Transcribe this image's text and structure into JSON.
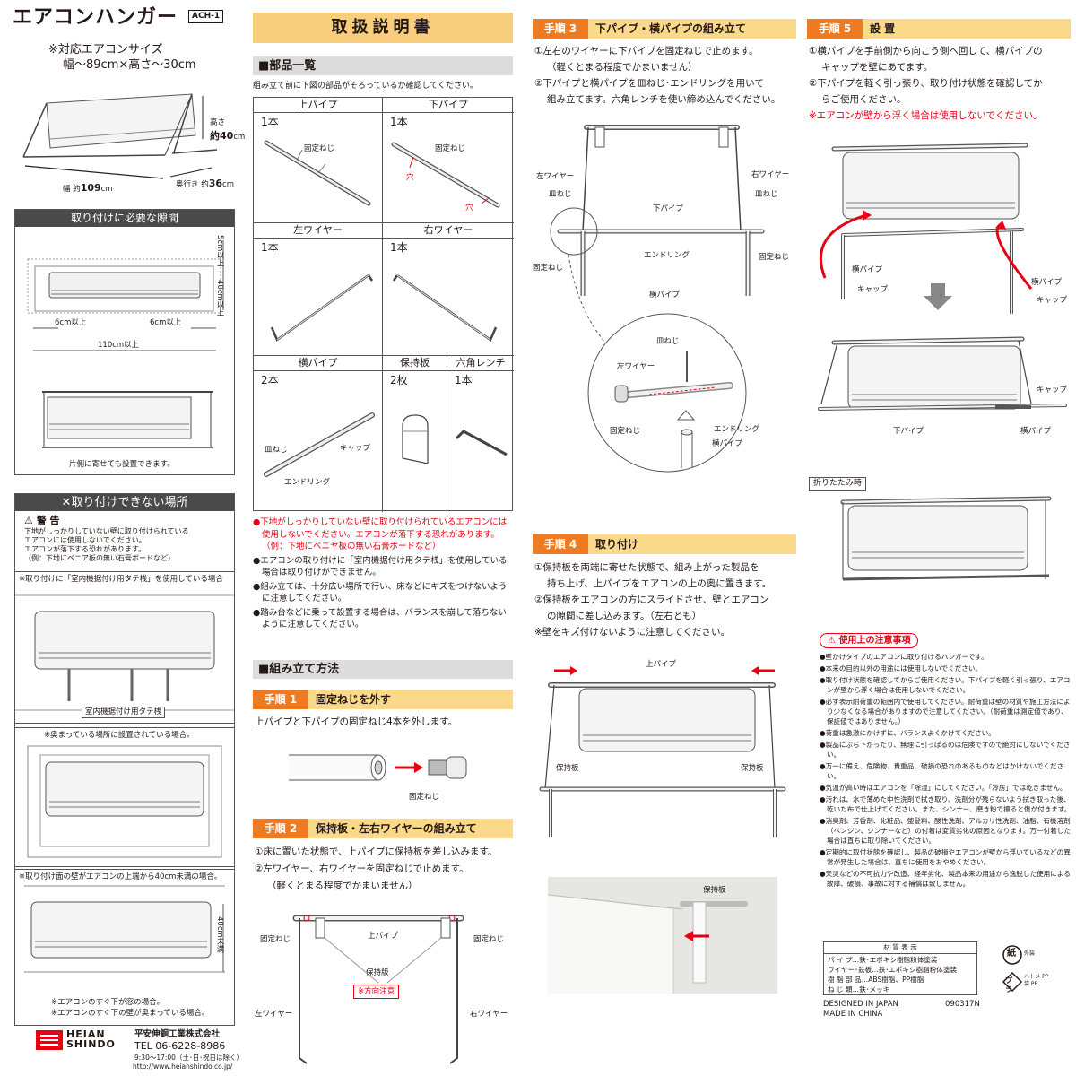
{
  "product": {
    "title": "エアコンハンガー",
    "model": "ACH-1",
    "size_note1": "※対応エアコンサイズ",
    "size_note2": "幅～89cm×高さ～30cm"
  },
  "dims": {
    "height_label": "高さ",
    "height_val": "約40",
    "height_unit": "cm",
    "width_label": "幅 約",
    "width_val": "109",
    "width_unit": "cm",
    "depth_label": "奥行き 約",
    "depth_val": "36",
    "depth_unit": "cm"
  },
  "clearance": {
    "title": "取り付けに必要な隙間",
    "top": "5cm以上",
    "height": "40cm以上",
    "left": "6cm以上",
    "right": "6cm以上",
    "width": "110cm以上",
    "note": "片側に寄せても設置できます。"
  },
  "prohibited": {
    "title": "取り付けできない場所",
    "mark": "✕",
    "warn_title": "警 告",
    "warn_text": [
      "下地がしっかりしていない壁に取り付けられている",
      "エアコンには使用しないでください。",
      "エアコンが落下する恐れがあります。",
      "（例：下地にベニア板の無い石膏ボードなど）"
    ],
    "case1_caption": "※取り付けに「室内機据付け用タテ桟」を使用している場合",
    "case1_label": "室内機据付け用タテ桟",
    "case2_caption": "※奥まっている場所に設置されている場合。",
    "case3_caption": "※取り付け面の壁がエアコンの上端から40cm未満の場合。",
    "case3_dim": "40cm未満",
    "notes": [
      "※エアコンのすぐ下が窓の場合。",
      "※エアコンのすぐ下の壁が奥まっている場合。"
    ]
  },
  "company": {
    "logo_en1": "HEIAN",
    "logo_en2": "SHINDO",
    "name": "平安伸銅工業株式会社",
    "tel": "TEL 06-6228-8986",
    "hours": "9:30～17:00（土･日･祝日は除く）",
    "url": "http://www.heianshindo.co.jp/"
  },
  "manual": {
    "title": "取扱説明書",
    "parts_title": "■部品一覧",
    "parts_intro": "組み立て前に下図の部品がそろっているか確認してください。",
    "parts": [
      {
        "name": "上パイプ",
        "count": "1本",
        "label1": "固定ねじ"
      },
      {
        "name": "下パイプ",
        "count": "1本",
        "label1": "固定ねじ",
        "label2": "穴",
        "label3": "穴"
      },
      {
        "name": "左ワイヤー",
        "count": "1本"
      },
      {
        "name": "右ワイヤー",
        "count": "1本"
      },
      {
        "name": "横パイプ",
        "count": "2本",
        "label1": "皿ねじ",
        "label2": "キャップ",
        "label3": "エンドリング"
      },
      {
        "name": "保持板",
        "count": "2枚"
      },
      {
        "name": "六角レンチ",
        "count": "1本"
      }
    ],
    "warnings": [
      "下地がしっかりしていない壁に取り付けられているエアコンには使用しないでください。エアコンが落下する恐れがあります。（例：下地にベニヤ板の無い石膏ボードなど）",
      "エアコンの取り付けに「室内機据付け用タテ桟」を使用している場合は取り付けができません。",
      "組み立ては、十分広い場所で行い、床などにキズをつけないように注意してください。",
      "踏み台などに乗って設置する場合は、バランスを崩して落ちないように注意してください。"
    ],
    "assembly_title": "■組み立て方法"
  },
  "steps": {
    "s1": {
      "tag": "手順 1",
      "title": "固定ねじを外す",
      "text": "上パイプと下パイプの固定ねじ4本を外します。",
      "label": "固定ねじ"
    },
    "s2": {
      "tag": "手順 2",
      "title": "保持板・左右ワイヤーの組み立て",
      "text": [
        "①床に置いた状態で、上パイプに保持板を差し込みます。",
        "②左ワイヤー、右ワイヤーを固定ねじで止めます。",
        "（軽くとまる程度でかまいません）"
      ],
      "labels": {
        "screw_l": "固定ねじ",
        "screw_r": "固定ねじ",
        "upper": "上パイプ",
        "plate": "保持版",
        "dir": "※方向注意",
        "wire_l": "左ワイヤー",
        "wire_r": "右ワイヤー"
      }
    },
    "s3": {
      "tag": "手順 3",
      "title": "下パイプ・横パイプの組み立て",
      "text": [
        "①左右のワイヤーに下パイプを固定ねじで止めます。",
        "（軽くとまる程度でかまいません）",
        "②下パイプと横パイプを皿ねじ･エンドリングを用いて",
        "組み立てます。六角レンチを使い締め込んでください。"
      ],
      "labels": {
        "wire_l": "左ワイヤー",
        "wire_r": "右ワイヤー",
        "flat_l": "皿ねじ",
        "flat_r": "皿ねじ",
        "lower": "下パイプ",
        "endring": "エンドリング",
        "screw_l": "固定ねじ",
        "screw_r": "固定ねじ",
        "side": "横パイプ",
        "z_flat": "皿ねじ",
        "z_wire": "左ワイヤー",
        "z_screw": "固定ねじ",
        "z_endring": "エンドリング",
        "z_side": "横パイプ"
      }
    },
    "s4": {
      "tag": "手順 4",
      "title": "取り付け",
      "text": [
        "①保持板を両端に寄せた状態で、組み上がった製品を",
        "持ち上げ、上パイプをエアコンの上の奥に置きます。",
        "②保持板をエアコンの方にスライドさせ、壁とエアコン",
        "の隙間に差し込みます。（左右とも）",
        "※壁をキズ付けないように注意してください。"
      ],
      "labels": {
        "upper": "上パイプ",
        "plate_l": "保持板",
        "plate_r": "保持板",
        "photo_plate": "保持板"
      }
    },
    "s5": {
      "tag": "手順 5",
      "title": "設 置",
      "text": [
        "①横パイプを手前側から向こう側へ回して、横パイプの",
        "キャップを壁にあてます。",
        "②下パイプを軽く引っ張り、取り付け状態を確認してか",
        "らご使用ください。"
      ],
      "warn": "※エアコンが壁から浮く場合は使用しないでください。",
      "labels": {
        "side_l": "横パイプ",
        "cap_l": "キャップ",
        "side_r": "横パイプ",
        "cap_r": "キャップ",
        "cap2": "キャップ",
        "lower": "下パイプ",
        "side2": "横パイプ",
        "folded": "折りたたみ時"
      }
    }
  },
  "caution": {
    "title": "使用上の注意事項",
    "items": [
      "壁かけタイプのエアコンに取り付けるハンガーです。",
      "本来の目的以外の用途には使用しないでください。",
      "取り付け状態を確認してからご使用ください。下パイプを軽く引っ張り、エアコンが壁から浮く場合は使用しないでください。",
      "必ず表示耐荷重の範囲内で使用してください。耐荷重は壁の材質や施工方法により少なくなる場合がありますので注意してください。（耐荷重は測定値であり、保証値ではありません。）",
      "荷重は急激にかけずに、バランスよくかけてください。",
      "製品にぶら下がったり、無理に引っぱるのは危険ですので絶対にしないでください。",
      "万一に備え、危険物、貴重品、破損の恐れのあるものなどはかけないでください。",
      "気温が高い時はエアコンを「除湿」にしてください。「冷房」では乾きません。",
      "汚れは、水で薄めた中性洗剤で拭き取り、洗剤分が残らないよう拭き取った後、乾いた布で仕上げてください。また、シンナー、磨き粉で擦ると傷が付きます。",
      "消臭剤、芳香剤、化粧品、整髪料、酸性洗剤、アルカリ性洗剤、油脂、有機溶剤（ベンジン、シンナーなど）の付着は変質劣化の原因となります。万一付着した場合は直ちに取り除いてください。",
      "定期的に取付状態を確認し、製品の破損やエアコンが壁から浮いているなどの異常が発生した場合は、直ちに使用をおやめください。",
      "天災などの不可抗力や改造、経年劣化、製品本来の用途から逸脱した使用による故障、破損、事故に対する補償は致しません。"
    ]
  },
  "materials": {
    "title": "材 質 表 示",
    "rows": [
      "パ イ プ…鉄･エポキシ樹脂粉体塗装",
      "ワイヤー･鉄板…鉄･エポキシ樹脂粉体塗装",
      "樹 脂 部 品…ABS樹脂、PP樹脂",
      "ね じ 類…鉄･メッキ"
    ]
  },
  "recycle": {
    "paper": "紙",
    "paper_note": "外装",
    "pla": "プラ",
    "pla_note1": "ハトメ PP",
    "pla_note2": "袋 PE"
  },
  "footer": {
    "design": "DESIGNED IN JAPAN",
    "made": "MADE IN CHINA",
    "code": "090317N"
  },
  "colors": {
    "accent": "#ee7a21",
    "step_bg": "#fbd98a",
    "title_bg": "#f8ce7c",
    "warn": "#e60012"
  }
}
